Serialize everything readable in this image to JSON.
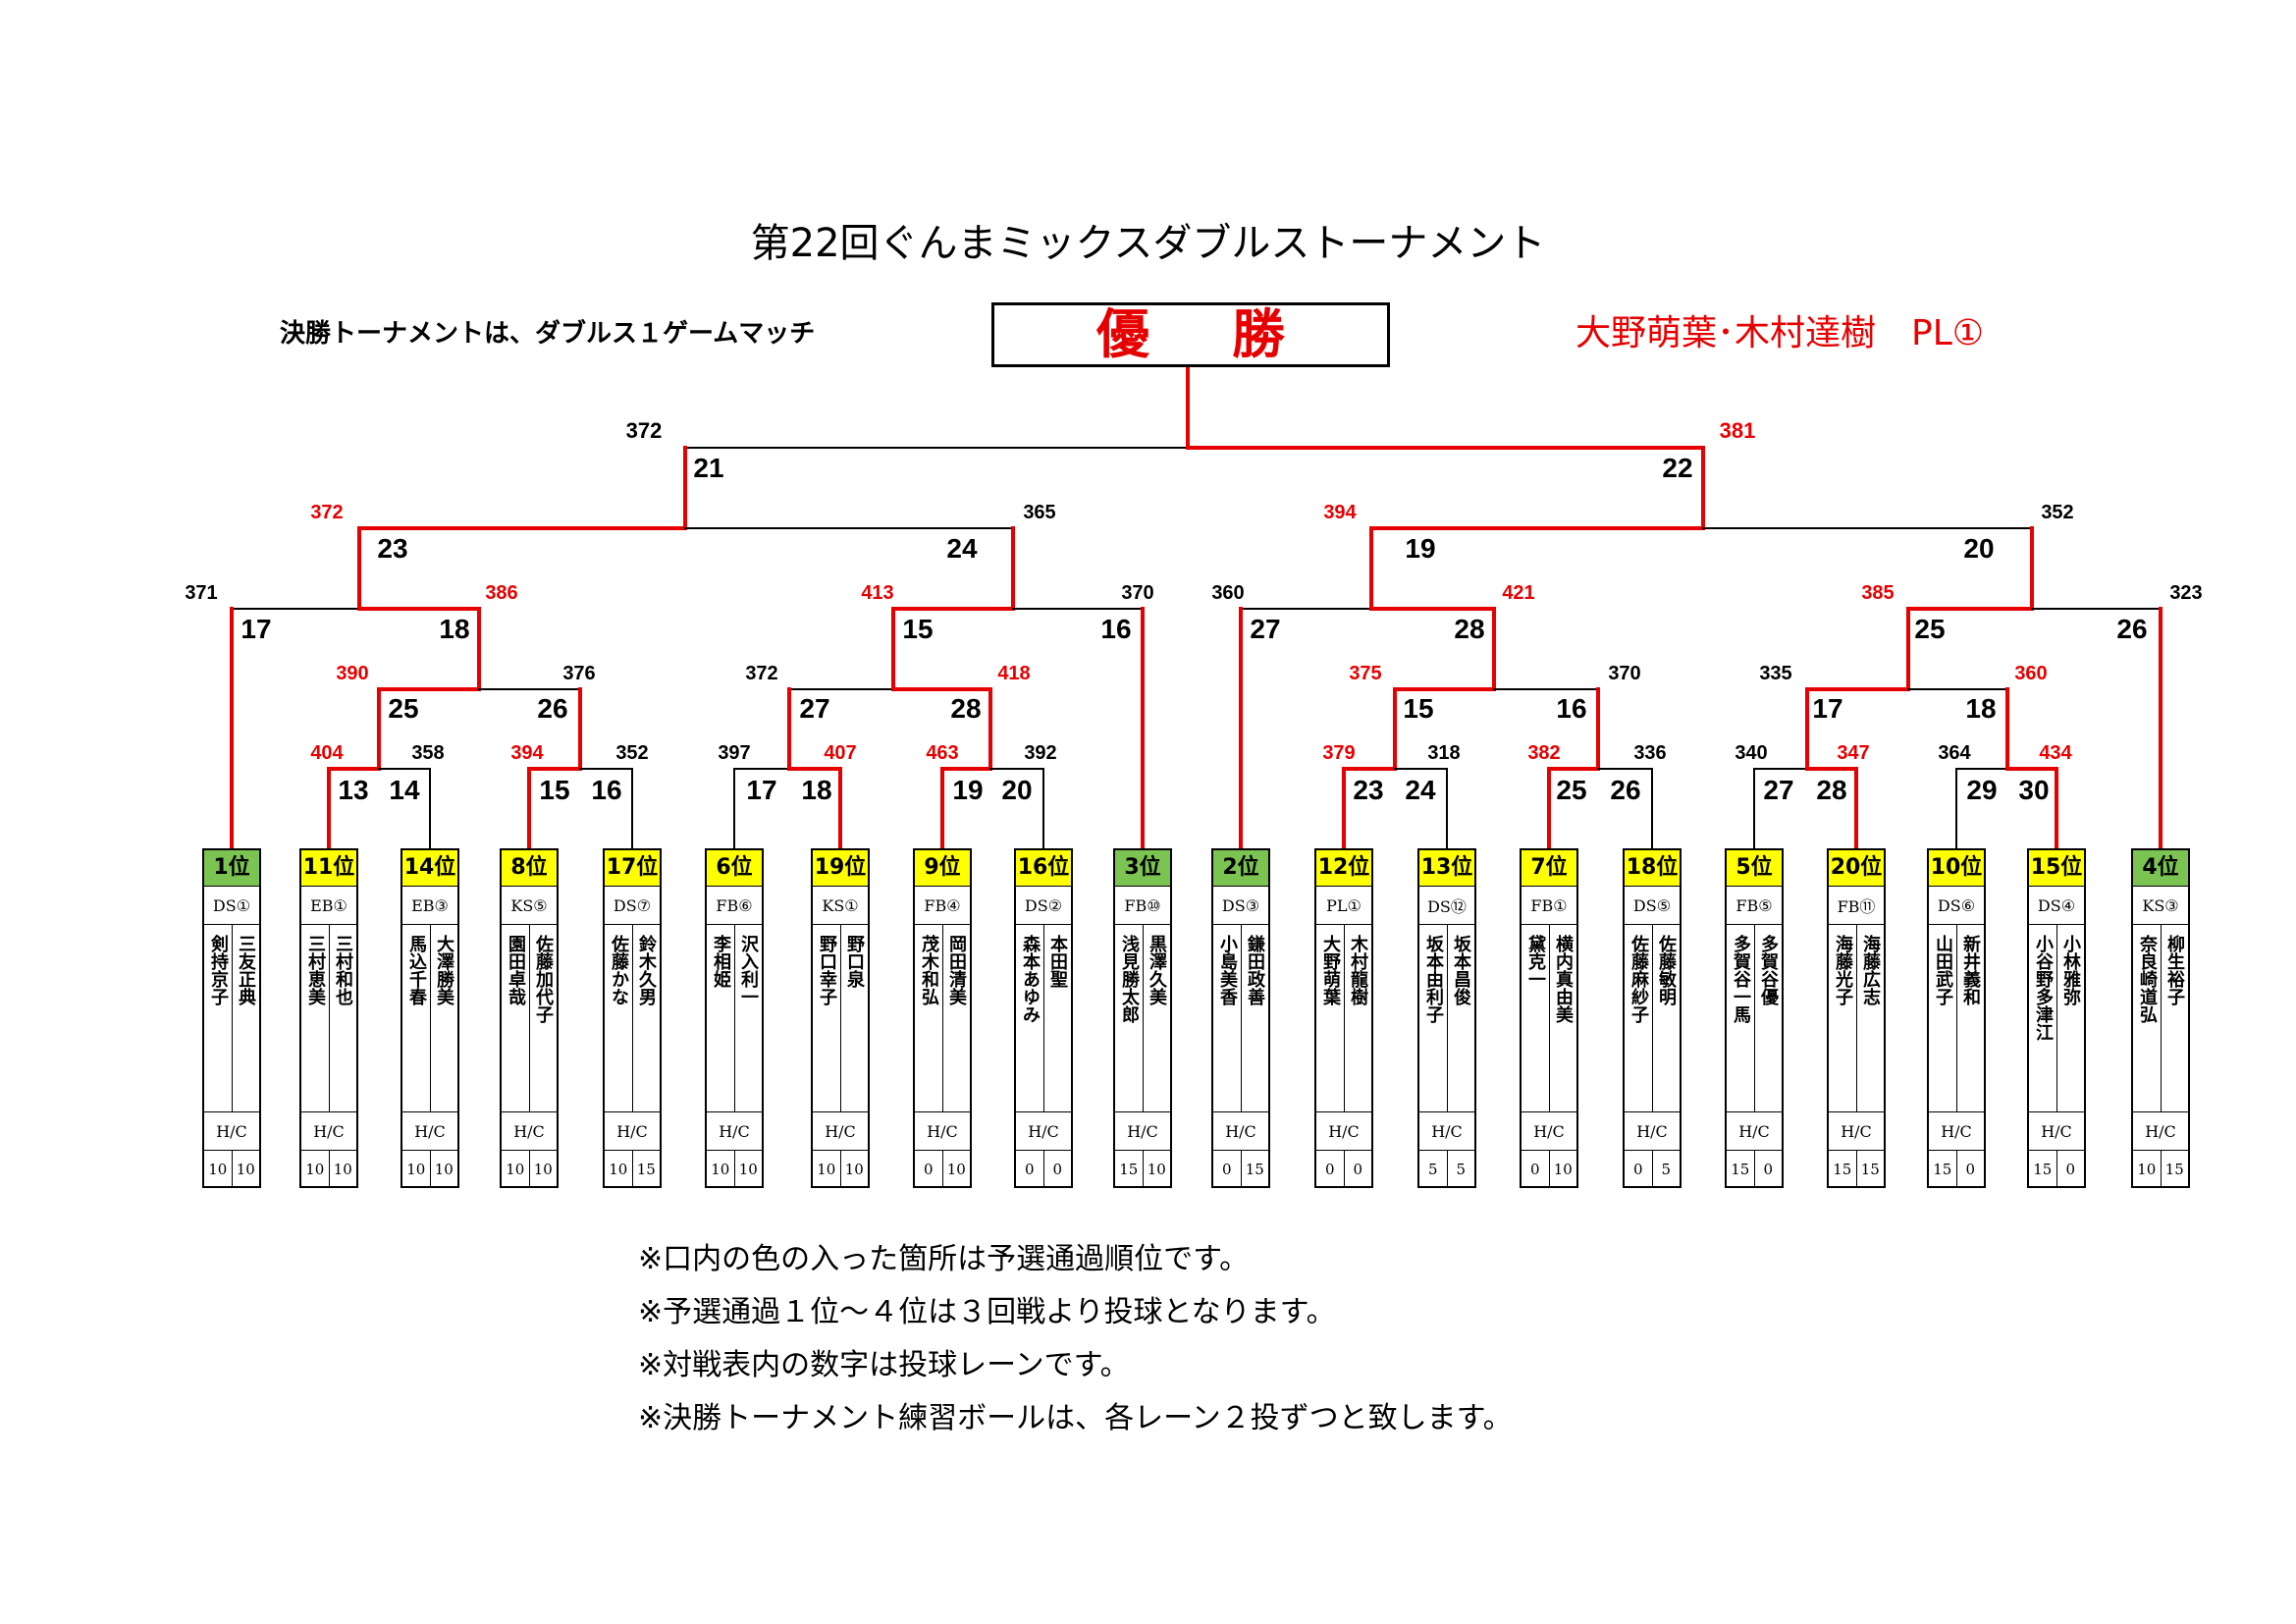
{
  "title": "第22回ぐんまミックスダブルストーナメント",
  "rule_note": "決勝トーナメントは、ダブルス１ゲームマッチ",
  "champion_label": "優勝",
  "winner": "大野萌葉･木村達樹　PL①",
  "colors": {
    "accent": "#e60000",
    "rank_top4": "#7cc452",
    "rank_other": "#ffff00",
    "line": "#000000"
  },
  "diagram_data": {
    "type": "tournament-bracket",
    "final": {
      "left_score": "372",
      "right_score": "381",
      "left_lane": "21",
      "right_lane": "22",
      "winner_side": "right"
    },
    "entrants": [
      {
        "rank": "1位",
        "team": "DS①",
        "name1": "三友正典",
        "name2": "剣持京子",
        "hc1": "10",
        "hc2": "10",
        "top4": true
      },
      {
        "rank": "11位",
        "team": "EB①",
        "name1": "三村和也",
        "name2": "三村恵美",
        "hc1": "10",
        "hc2": "10",
        "top4": false
      },
      {
        "rank": "14位",
        "team": "EB③",
        "name1": "大澤勝美",
        "name2": "馬込千春",
        "hc1": "10",
        "hc2": "10",
        "top4": false
      },
      {
        "rank": "8位",
        "team": "KS⑤",
        "name1": "佐藤加代子",
        "name2": "園田卓哉",
        "hc1": "10",
        "hc2": "10",
        "top4": false
      },
      {
        "rank": "17位",
        "team": "DS⑦",
        "name1": "鈴木久男",
        "name2": "佐藤かな",
        "hc1": "10",
        "hc2": "15",
        "top4": false
      },
      {
        "rank": "6位",
        "team": "FB⑥",
        "name1": "沢入利一",
        "name2": "李相姫",
        "hc1": "10",
        "hc2": "10",
        "top4": false
      },
      {
        "rank": "19位",
        "team": "KS①",
        "name1": "野口泉",
        "name2": "野口幸子",
        "hc1": "10",
        "hc2": "10",
        "top4": false
      },
      {
        "rank": "9位",
        "team": "FB④",
        "name1": "岡田清美",
        "name2": "茂木和弘",
        "hc1": "0",
        "hc2": "10",
        "top4": false
      },
      {
        "rank": "16位",
        "team": "DS②",
        "name1": "本田聖",
        "name2": "森本あゆみ",
        "hc1": "0",
        "hc2": "0",
        "top4": false
      },
      {
        "rank": "3位",
        "team": "FB⑩",
        "name1": "黒澤久美",
        "name2": "浅見勝太郎",
        "hc1": "15",
        "hc2": "10",
        "top4": true
      },
      {
        "rank": "2位",
        "team": "DS③",
        "name1": "鎌田政善",
        "name2": "小島美香",
        "hc1": "0",
        "hc2": "15",
        "top4": true
      },
      {
        "rank": "12位",
        "team": "PL①",
        "name1": "木村龍樹",
        "name2": "大野萌葉",
        "hc1": "0",
        "hc2": "0",
        "top4": false
      },
      {
        "rank": "13位",
        "team": "DS⑫",
        "name1": "坂本昌俊",
        "name2": "坂本由利子",
        "hc1": "5",
        "hc2": "5",
        "top4": false
      },
      {
        "rank": "7位",
        "team": "FB①",
        "name1": "横内真由美",
        "name2": "黛克一",
        "hc1": "0",
        "hc2": "10",
        "top4": false
      },
      {
        "rank": "18位",
        "team": "DS⑤",
        "name1": "佐藤敏明",
        "name2": "佐藤麻紗子",
        "hc1": "0",
        "hc2": "5",
        "top4": false
      },
      {
        "rank": "5位",
        "team": "FB⑤",
        "name1": "多賀谷優",
        "name2": "多賀谷一馬",
        "hc1": "15",
        "hc2": "0",
        "top4": false
      },
      {
        "rank": "20位",
        "team": "FB⑪",
        "name1": "海藤広志",
        "name2": "海藤光子",
        "hc1": "15",
        "hc2": "15",
        "top4": false
      },
      {
        "rank": "10位",
        "team": "DS⑥",
        "name1": "新井義和",
        "name2": "山田武子",
        "hc1": "15",
        "hc2": "0",
        "top4": false
      },
      {
        "rank": "15位",
        "team": "DS④",
        "name1": "小林雅弥",
        "name2": "小谷野多津江",
        "hc1": "15",
        "hc2": "0",
        "top4": false
      },
      {
        "rank": "4位",
        "team": "KS③",
        "name1": "柳生裕子",
        "name2": "奈良崎道弘",
        "hc1": "10",
        "hc2": "15",
        "top4": true
      }
    ],
    "hc_label": "H/C",
    "bracket_labels": [
      {
        "t": "372",
        "red": false
      },
      {
        "t": "381",
        "red": true
      },
      {
        "t": "21",
        "red": false
      },
      {
        "t": "22",
        "red": false
      },
      {
        "t": "372",
        "red": true
      },
      {
        "t": "365",
        "red": false
      },
      {
        "t": "394",
        "red": true
      },
      {
        "t": "352",
        "red": false
      },
      {
        "t": "23",
        "red": false
      },
      {
        "t": "24",
        "red": false
      },
      {
        "t": "19",
        "red": false
      },
      {
        "t": "20",
        "red": false
      },
      {
        "t": "371",
        "red": false
      },
      {
        "t": "386",
        "red": true
      },
      {
        "t": "413",
        "red": true
      },
      {
        "t": "370",
        "red": false
      },
      {
        "t": "360",
        "red": false
      },
      {
        "t": "421",
        "red": true
      },
      {
        "t": "385",
        "red": true
      },
      {
        "t": "323",
        "red": false
      },
      {
        "t": "17",
        "red": false
      },
      {
        "t": "18",
        "red": false
      },
      {
        "t": "15",
        "red": false
      },
      {
        "t": "16",
        "red": false
      },
      {
        "t": "27",
        "red": false
      },
      {
        "t": "28",
        "red": false
      },
      {
        "t": "25",
        "red": false
      },
      {
        "t": "26",
        "red": false
      },
      {
        "t": "390",
        "red": true
      },
      {
        "t": "376",
        "red": false
      },
      {
        "t": "372",
        "red": false
      },
      {
        "t": "418",
        "red": true
      },
      {
        "t": "375",
        "red": true
      },
      {
        "t": "370",
        "red": false
      },
      {
        "t": "335",
        "red": false
      },
      {
        "t": "360",
        "red": true
      },
      {
        "t": "25",
        "red": false
      },
      {
        "t": "26",
        "red": false
      },
      {
        "t": "27",
        "red": false
      },
      {
        "t": "28",
        "red": false
      },
      {
        "t": "15",
        "red": false
      },
      {
        "t": "16",
        "red": false
      },
      {
        "t": "17",
        "red": false
      },
      {
        "t": "18",
        "red": false
      },
      {
        "t": "404",
        "red": true
      },
      {
        "t": "358",
        "red": false
      },
      {
        "t": "394",
        "red": true
      },
      {
        "t": "352",
        "red": false
      },
      {
        "t": "397",
        "red": false
      },
      {
        "t": "407",
        "red": true
      },
      {
        "t": "463",
        "red": true
      },
      {
        "t": "392",
        "red": false
      },
      {
        "t": "379",
        "red": true
      },
      {
        "t": "318",
        "red": false
      },
      {
        "t": "382",
        "red": true
      },
      {
        "t": "336",
        "red": false
      },
      {
        "t": "340",
        "red": false
      },
      {
        "t": "347",
        "red": true
      },
      {
        "t": "364",
        "red": false
      },
      {
        "t": "434",
        "red": true
      },
      {
        "t": "13",
        "red": false
      },
      {
        "t": "14",
        "red": false
      },
      {
        "t": "15",
        "red": false
      },
      {
        "t": "16",
        "red": false
      },
      {
        "t": "17",
        "red": false
      },
      {
        "t": "18",
        "red": false
      },
      {
        "t": "19",
        "red": false
      },
      {
        "t": "20",
        "red": false
      },
      {
        "t": "23",
        "red": false
      },
      {
        "t": "24",
        "red": false
      },
      {
        "t": "25",
        "red": false
      },
      {
        "t": "26",
        "red": false
      },
      {
        "t": "27",
        "red": false
      },
      {
        "t": "28",
        "red": false
      },
      {
        "t": "29",
        "red": false
      },
      {
        "t": "30",
        "red": false
      }
    ]
  },
  "notes": [
    "※口内の色の入った箇所は予選通過順位です。",
    "※予選通過１位～４位は３回戦より投球となります。",
    "※対戦表内の数字は投球レーンです。",
    "※決勝トーナメント練習ボールは、各レーン２投ずつと致します。"
  ]
}
